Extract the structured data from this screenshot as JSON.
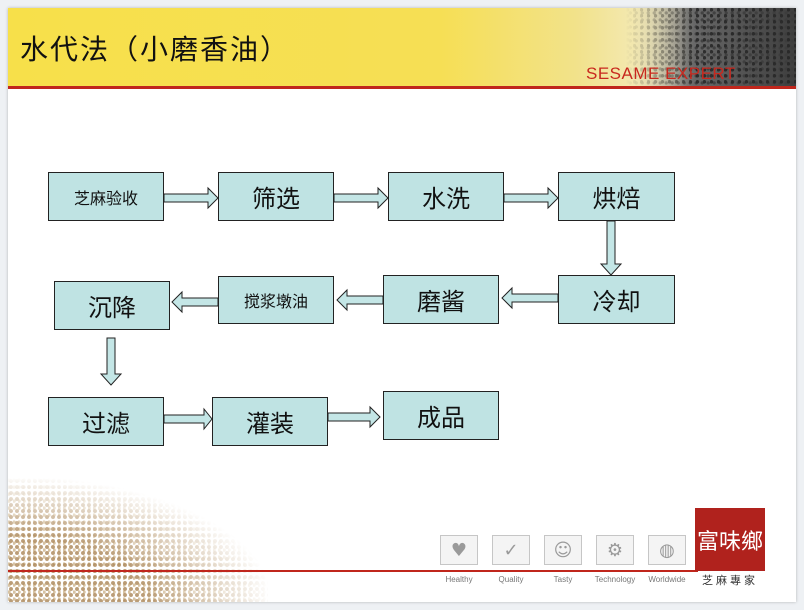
{
  "header": {
    "title": "水代法（小磨香油）",
    "brand": "SESAME EXPERT"
  },
  "flow": {
    "nodes": [
      {
        "id": "n1",
        "label": "芝麻验收"
      },
      {
        "id": "n2",
        "label": "筛选"
      },
      {
        "id": "n3",
        "label": "水洗"
      },
      {
        "id": "n4",
        "label": "烘焙"
      },
      {
        "id": "n5",
        "label": "冷却"
      },
      {
        "id": "n6",
        "label": "磨酱"
      },
      {
        "id": "n7",
        "label": "搅浆墩油"
      },
      {
        "id": "n8",
        "label": "沉降"
      },
      {
        "id": "n9",
        "label": "过滤"
      },
      {
        "id": "n10",
        "label": "灌装"
      },
      {
        "id": "n11",
        "label": "成品"
      }
    ]
  },
  "footer": {
    "icons": [
      {
        "icon": "healthy-icon",
        "label": "Healthy"
      },
      {
        "icon": "quality-icon",
        "label": "Quality"
      },
      {
        "icon": "tasty-icon",
        "label": "Tasty"
      },
      {
        "icon": "technology-icon",
        "label": "Technology"
      },
      {
        "icon": "worldwide-icon",
        "label": "Worldwide"
      }
    ],
    "logo_text": "富味鄉",
    "logo_sub": "芝麻專家"
  },
  "colors": {
    "node_fill": "#bfe3e3",
    "accent_red": "#c0261c",
    "header_yellow": "#f7e04a"
  }
}
